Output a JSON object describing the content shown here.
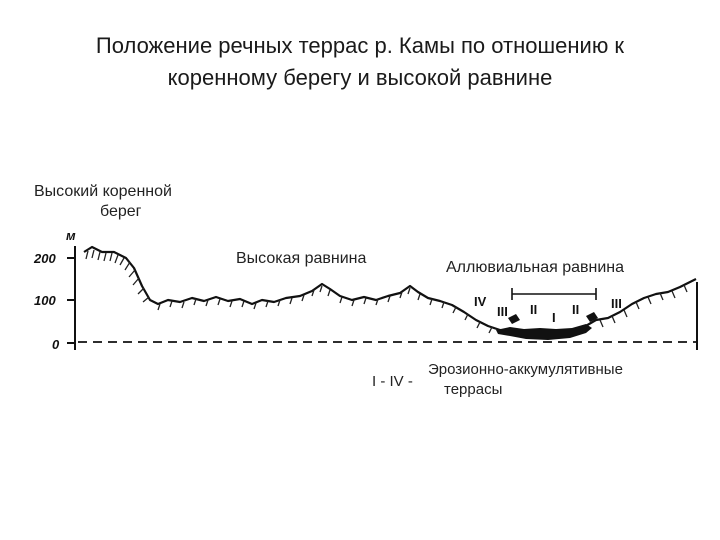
{
  "title": {
    "line1": "Положение речных террас р. Камы по отношению к",
    "line2": "коренному берегу и высокой равнине"
  },
  "labels": {
    "high_bank_line1": "Высокий коренной",
    "high_bank_line2": "берег",
    "high_plain": "Высокая равнина",
    "alluvial_plain": "Аллювиальная равнина",
    "axis_unit": "м",
    "tick_200": "200",
    "tick_100": "100",
    "tick_0": "0",
    "terrace_iv": "IV",
    "terrace_iii_left": "III",
    "terrace_ii_left": "II",
    "terrace_i": "I",
    "terrace_ii_right": "II",
    "terrace_iii_right": "III"
  },
  "legend": {
    "key": "I - IV -",
    "text_line1": "Эрозионно-аккумулятивные",
    "text_line2": "террасы"
  }
}
